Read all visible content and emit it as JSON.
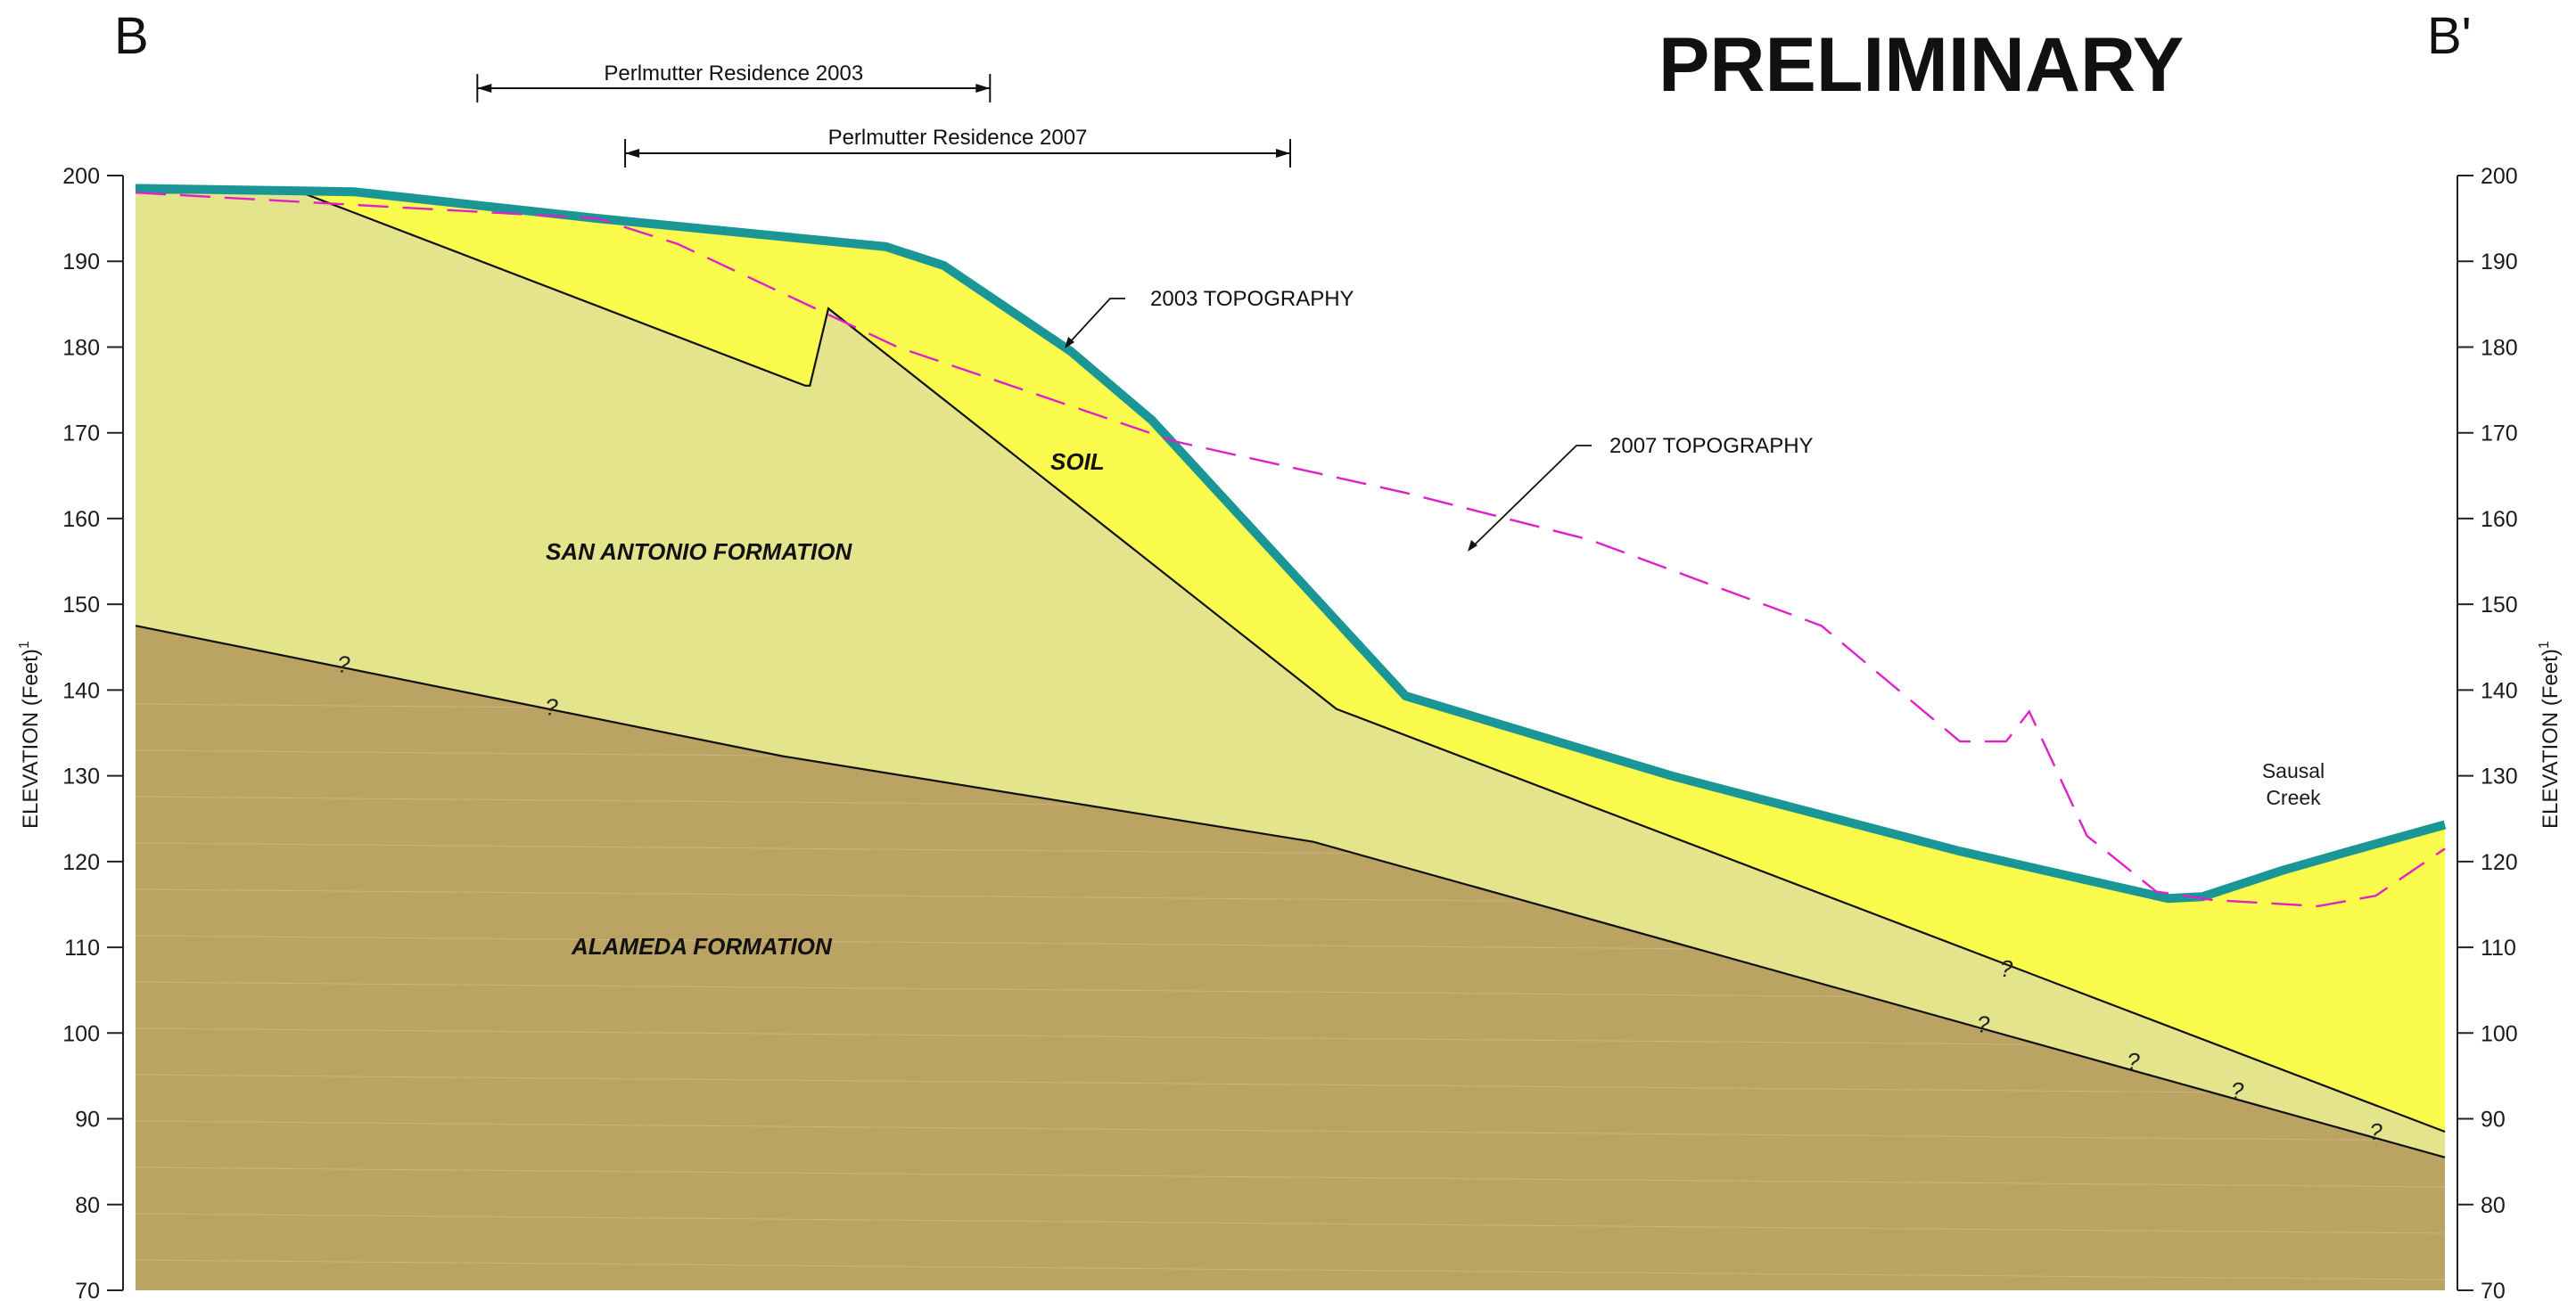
{
  "title": "PRELIMINARY",
  "section_start": "B",
  "section_end": "B'",
  "y_axis": {
    "label": "ELEVATION (Feet)",
    "superscript": "1",
    "min": 70,
    "max": 200,
    "step": 10,
    "ticks": [
      "200",
      "190",
      "180",
      "170",
      "160",
      "150",
      "140",
      "130",
      "120",
      "110",
      "100",
      "90",
      "80",
      "70"
    ]
  },
  "residence_spans": [
    {
      "label": "Perlmutter Residence 2003",
      "from": 0.148,
      "to": 0.37
    },
    {
      "label": "Perlmutter Residence 2007",
      "from": 0.212,
      "to": 0.5
    }
  ],
  "units": {
    "soil": {
      "label": "SOIL",
      "color": "#fbfb4d"
    },
    "san_antonio": {
      "label": "SAN ANTONIO FORMATION",
      "color": "#e3e48c"
    },
    "alameda": {
      "label": "ALAMEDA FORMATION",
      "color": "#bba463"
    }
  },
  "annotations": {
    "topo_2003": "2003 TOPOGRAPHY",
    "topo_2007": "2007 TOPOGRAPHY",
    "creek_line1": "Sausal",
    "creek_line2": "Creek",
    "uncertain_mark": "?"
  },
  "colors": {
    "topo_2003": "#1a9696",
    "topo_2007": "#e020c8"
  },
  "profiles": {
    "topo_2003": [
      [
        0,
        198.5
      ],
      [
        0.072,
        198.2
      ],
      [
        0.095,
        198.1
      ],
      [
        0.2,
        195
      ],
      [
        0.325,
        191.7
      ],
      [
        0.35,
        189.5
      ],
      [
        0.405,
        179.5
      ],
      [
        0.44,
        171.5
      ],
      [
        0.55,
        139.3
      ],
      [
        0.665,
        130
      ],
      [
        0.79,
        121.2
      ],
      [
        0.88,
        115.7
      ],
      [
        0.895,
        115.9
      ],
      [
        0.93,
        119
      ],
      [
        0.96,
        121.3
      ],
      [
        1.0,
        124.3
      ]
    ],
    "topo_2007": [
      [
        0,
        198
      ],
      [
        0.2,
        195
      ],
      [
        0.235,
        192
      ],
      [
        0.33,
        180
      ],
      [
        0.45,
        169
      ],
      [
        0.55,
        163
      ],
      [
        0.63,
        157.5
      ],
      [
        0.73,
        147.5
      ],
      [
        0.82,
        137.5
      ],
      [
        0.79,
        134
      ],
      [
        0.81,
        134
      ],
      [
        0.845,
        123
      ],
      [
        0.875,
        116.5
      ],
      [
        0.9,
        115.5
      ],
      [
        0.945,
        114.8
      ],
      [
        0.97,
        116
      ],
      [
        1.0,
        121.5
      ]
    ],
    "san_antonio_top": [
      [
        0,
        198
      ],
      [
        0.072,
        198
      ],
      [
        0.3,
        184.5
      ],
      [
        0.292,
        175.5
      ],
      [
        0.29,
        175.5
      ],
      [
        0.52,
        137.8
      ],
      [
        1.0,
        88.5
      ]
    ],
    "alameda_top": [
      [
        0,
        147.5
      ],
      [
        0.28,
        132.3
      ],
      [
        0.51,
        122.3
      ],
      [
        0.8,
        100.5
      ],
      [
        1.0,
        85.5
      ]
    ]
  },
  "uncertain_points": [
    [
      0.09,
      143
    ],
    [
      0.18,
      138
    ],
    [
      0.81,
      107.5
    ],
    [
      0.8,
      101
    ],
    [
      0.865,
      96.7
    ],
    [
      0.91,
      93.3
    ],
    [
      0.97,
      88.5
    ]
  ]
}
